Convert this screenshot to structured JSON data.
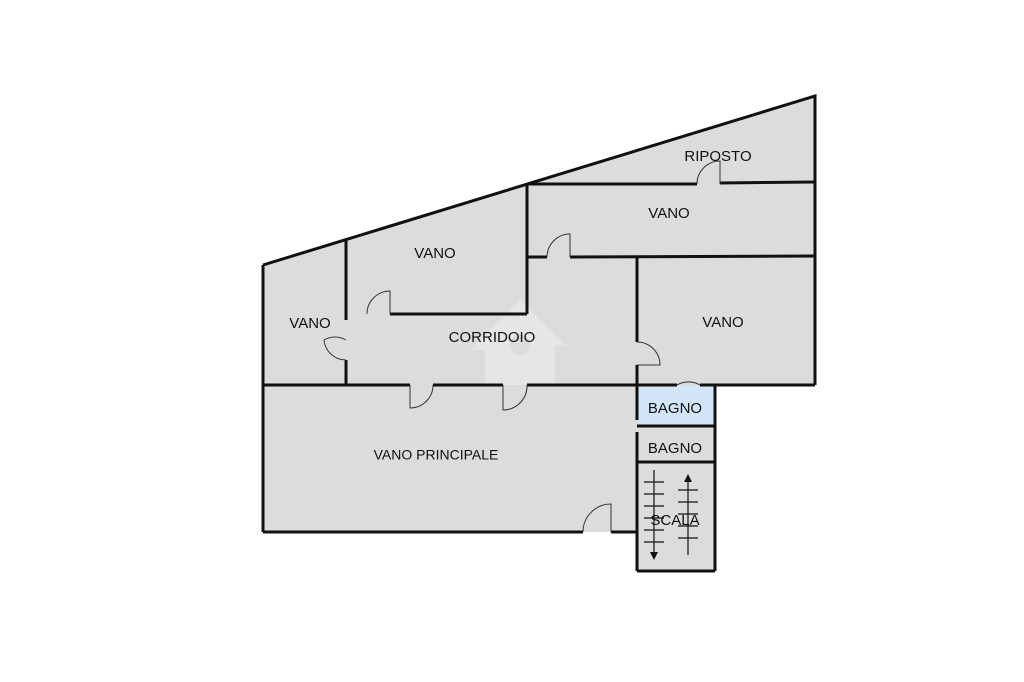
{
  "colors": {
    "room_fill": "#dcdcdc",
    "bath_fill": "#d2e6f8",
    "wall": "#111111",
    "background": "#ffffff"
  },
  "rooms": {
    "riposto": "RIPOSTO",
    "vano_top_right": "VANO",
    "vano_upper_middle": "VANO",
    "vano_left": "VANO",
    "corridoio": "CORRIDOIO",
    "vano_right": "VANO",
    "bagno_upper": "BAGNO",
    "bagno_lower": "BAGNO",
    "vano_principale": "VANO PRINCIPALE",
    "scala": "SCALA"
  },
  "icons": {
    "watermark": "house-watermark-icon",
    "stairs_down": "arrow-down-icon",
    "stairs_up": "arrow-up-icon"
  }
}
